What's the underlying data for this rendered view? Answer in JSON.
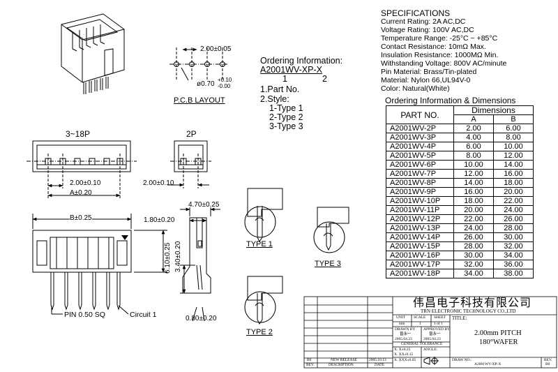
{
  "specifications": {
    "heading": "SPECIFICATIONS",
    "lines": [
      "Current Rating: 2A AC,DC",
      "Voltage Rating: 100V AC,DC",
      "Temperature Range: -25°C ~ +85°C",
      "Contact Resistance: 10mΩ Max.",
      "Insulation Resistance: 1000MΩ Min.",
      "Withstanding Voltage: 800V AC/minute",
      "Pin Material: Brass/Tin-plated",
      "Material: Nylon 66,UL94V-0",
      "Color: Natural(White)"
    ]
  },
  "ordering": {
    "title": "Ordering Information:",
    "code": "A2001WV-XP-X",
    "index_1": "1",
    "index_2": "2",
    "items": [
      "1.Part No.",
      "2.Style:"
    ],
    "styles": [
      "1-Type 1",
      "2-Type 2",
      "3-Type 3"
    ]
  },
  "pcb": {
    "pitch": "2.00±0.05",
    "hole_dia": "ø0.70",
    "hole_tol_plus": "+0.10",
    "hole_tol_minus": "-0.00",
    "label": "P.C.B LAYOUT"
  },
  "views": {
    "multi_label": "3~18P",
    "two_label": "2P",
    "dim_pitch_multi": "2.00±0.10",
    "dim_a": "A±0.20",
    "dim_pitch_two": "2.00±0.10",
    "dim_b": "B±0.25",
    "dim_height": "6.10±0.25",
    "dim_side_top": "4.70±0.25",
    "dim_side_depth": "1.80±0.20",
    "dim_side_height": "3.40±0.20",
    "dim_side_bottom": "0.80±0.20",
    "pin_label": "PIN 0.50 SQ",
    "circuit_label": "Circuit 1",
    "type1": "TYPE 1",
    "type2": "TYPE 2",
    "type3": "TYPE 3"
  },
  "dimension_table": {
    "title": "Ordering Information & Dimensions",
    "col_part": "PART NO.",
    "col_dims": "Dimensions",
    "col_a": "A",
    "col_b": "B",
    "rows": [
      {
        "part": "A2001WV-2P",
        "a": "2.00",
        "b": "6.00"
      },
      {
        "part": "A2001WV-3P",
        "a": "4.00",
        "b": "8.00"
      },
      {
        "part": "A2001WV-4P",
        "a": "6.00",
        "b": "10.00"
      },
      {
        "part": "A2001WV-5P",
        "a": "8.00",
        "b": "12.00"
      },
      {
        "part": "A2001WV-6P",
        "a": "10.00",
        "b": "14.00"
      },
      {
        "part": "A2001WV-7P",
        "a": "12.00",
        "b": "16.00"
      },
      {
        "part": "A2001WV-8P",
        "a": "14.00",
        "b": "18.00"
      },
      {
        "part": "A2001WV-9P",
        "a": "16.00",
        "b": "20.00"
      },
      {
        "part": "A2001WV-10P",
        "a": "18.00",
        "b": "22.00"
      },
      {
        "part": "A2001WV-11P",
        "a": "20.00",
        "b": "24.00"
      },
      {
        "part": "A2001WV-12P",
        "a": "22.00",
        "b": "26.00"
      },
      {
        "part": "A2001WV-13P",
        "a": "24.00",
        "b": "28.00"
      },
      {
        "part": "A2001WV-14P",
        "a": "26.00",
        "b": "30.00"
      },
      {
        "part": "A2001WV-15P",
        "a": "28.00",
        "b": "32.00"
      },
      {
        "part": "A2001WV-16P",
        "a": "30.00",
        "b": "34.00"
      },
      {
        "part": "A2001WV-17P",
        "a": "32.00",
        "b": "36.00"
      },
      {
        "part": "A2001WV-18P",
        "a": "34.00",
        "b": "38.00"
      }
    ]
  },
  "title_block": {
    "company_cn": "伟昌电子科技有限公司",
    "company_en": "TRN ELECTRONIC TECHNOLOGY CO.,LTD",
    "unit_label": "UNIT",
    "unit_value": "mm",
    "scale_label": "SCALE",
    "scale_value": "1",
    "sheet_label": "SHEET",
    "sheet_value": "1 of 1",
    "title_label": "TITLE:",
    "title_line1": "2.00mm PITCH",
    "title_line2": "180°WAFER",
    "drawn_label": "DRAWN BY",
    "drawn_name": "曾永一",
    "drawn_date": "2005.04.23",
    "approved_label": "APPROVED BY",
    "approved_name": "曾永一",
    "approved_date": "2005.04.23",
    "tolerance_label": "GENERAL TOLERANCE",
    "tol_1": "X. X±0.25",
    "tol_2": "X. XX±0.15",
    "tol_3": "X. XXX±0.05",
    "angle_label": "ANGLE:",
    "drawing_no_label": "DRAW NO.:",
    "drawing_no": "A2001WV-XP-X",
    "rev_label": "REV.",
    "rev_value": "B0",
    "rev_row_rev": "B0",
    "rev_row_desc": "NEW RELEASE",
    "rev_row_date": "2005.10.13",
    "rev_header": "REV.",
    "desc_header": "DESCRIPTION",
    "date_header": "DATE"
  }
}
